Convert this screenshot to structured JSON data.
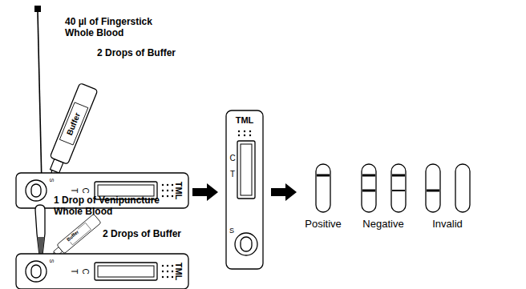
{
  "diagram": {
    "labels": [
      "40 µl of Fingerstick Whole Blood",
      "2 Drops of Buffer",
      "Buffer",
      "S",
      "T",
      "C",
      "TML",
      "1 Drop of Venipuncture Whole Blood",
      "2 Drops of Buffer",
      "Buffer",
      "S",
      "T",
      "C",
      "TML",
      "TML",
      "C",
      "T",
      "S",
      "Positive",
      "Negative",
      "Invalid"
    ]
  }
}
